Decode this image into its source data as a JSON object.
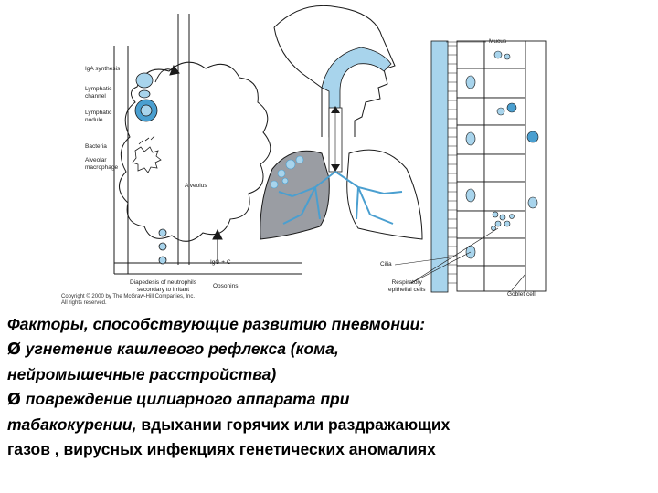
{
  "figure": {
    "labels": {
      "iga_synthesis": "IgA synthesis",
      "lymphatic_channel": "Lymphatic\nchannel",
      "lymphatic_nodule": "Lymphatic\nnodule",
      "bacteria": "Bacteria",
      "alveolar_macrophage": "Alveolar\nmacrophage",
      "alveolus": "Alveolus",
      "igg_c": "IgG + C",
      "diapedesis": "Diapedesis of neutrophils\nsecondary to irritant",
      "opsonins": "Opsonins",
      "mucus": "Mucus",
      "cilia": "Cilia",
      "respiratory_epithelial_cells": "Respiratory\nepithelial cells",
      "goblet_cell": "Goblet cell"
    },
    "copyright": "Copyright © 2000 by The McGraw-Hill Companies, Inc.\nAll rights reserved.",
    "colors": {
      "accent": "#a8d4ec",
      "accent_dark": "#4a9fd0",
      "lung_gray": "#9a9da3",
      "line": "#1a1a1a"
    }
  },
  "text": {
    "heading": "Факторы, способствующие развитию пневмонии:",
    "bullet_symbol": "Ø",
    "item1_line1": " угнетение кашлевого рефлекса (кома,",
    "item1_line2": "нейромышечные расстройства)",
    "item2_line1": " повреждение цилиарного аппарата при",
    "item2_line2_italic": "табакокурении,",
    "item2_line2_rest": "  вдыхании  горячих или раздражающих",
    "item2_line3": "газов ,  вирусных инфекциях генетических аномалиях"
  }
}
